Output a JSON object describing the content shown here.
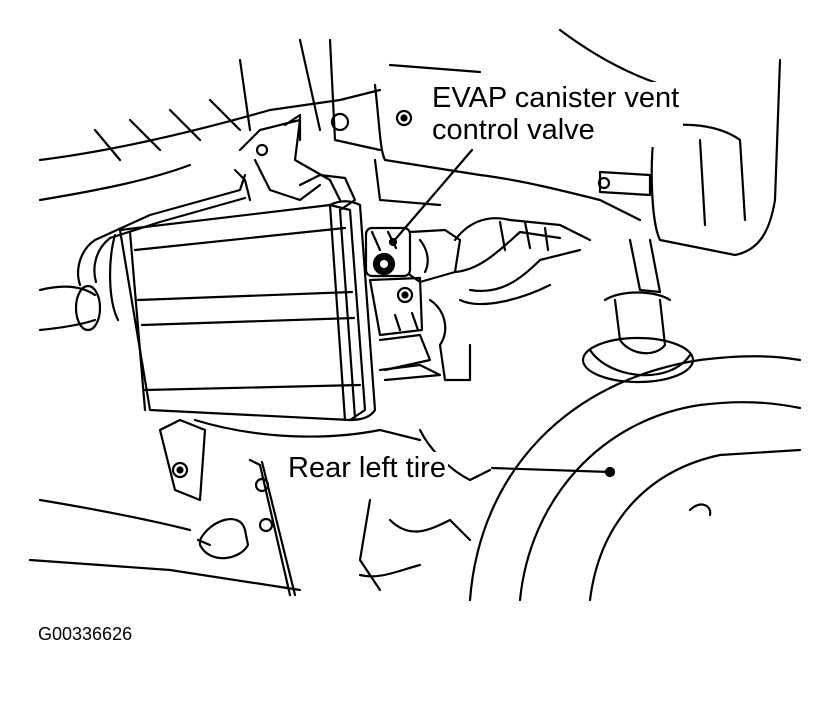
{
  "labels": {
    "evap_line1": "EVAP canister vent",
    "evap_line2": "control valve",
    "tire": "Rear left tire"
  },
  "figure_id": "G00336626"
}
